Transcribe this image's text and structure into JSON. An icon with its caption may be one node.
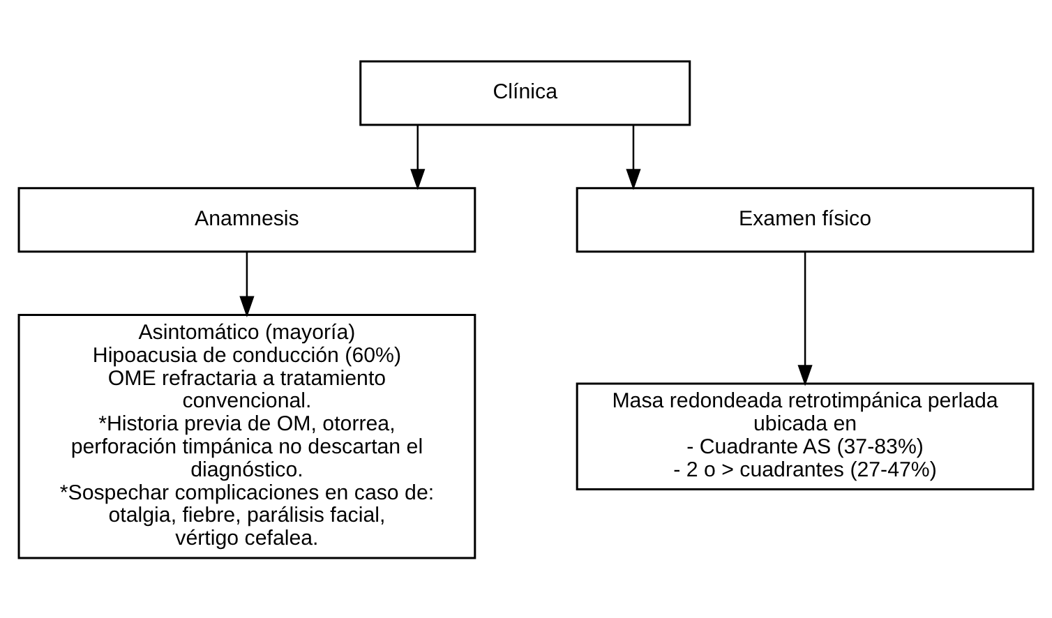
{
  "diagram": {
    "nodes": [
      {
        "text": [
          "Clínica"
        ]
      },
      {
        "text": [
          "Anamnesis"
        ]
      },
      {
        "text": [
          "Examen físico"
        ]
      },
      {
        "text": [
          "Asintomático (mayoría)",
          "Hipoacusia de conducción (60%)",
          "OME refractaria a tratamiento convencional.",
          "*Historia previa de OM, otorrea, perforación timpánica no descartan el diagnóstico.",
          "*Sospechar complicaciones en caso de: otalgia, fiebre, parálisis facial, vértigo cefalea."
        ]
      },
      {
        "text": [
          "Masa redondeada retrotimpánica perlada ubicada en",
          "- Cuadrante AS (37-83%)",
          "- 2 o > cuadrantes (27-47%)"
        ]
      }
    ],
    "edges": [
      {
        "from": 0,
        "to": 1,
        "arrow": "to"
      },
      {
        "from": 0,
        "to": 2,
        "arrow": "to"
      },
      {
        "from": 1,
        "to": 3,
        "arrow": "to"
      },
      {
        "from": 2,
        "to": 4,
        "arrow": "to"
      }
    ]
  }
}
